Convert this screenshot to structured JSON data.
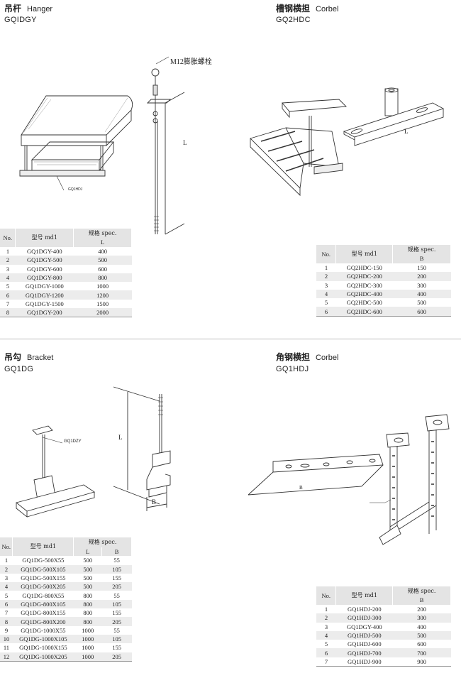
{
  "sections": {
    "hanger": {
      "title_cn": "吊杆",
      "title_en": "Hanger",
      "code": "GQIDGY",
      "label_bolt": "M12膨胀螺栓",
      "label_part": "GQ1HDJ",
      "label_dim": "L",
      "headers": {
        "no": "No.",
        "model": "型号 md1",
        "spec_cn": "规格 spec.",
        "spec_sub": "L"
      },
      "rows": [
        [
          "1",
          "GQ1DGY-400",
          "400"
        ],
        [
          "2",
          "GQ1DGY-500",
          "500"
        ],
        [
          "3",
          "GQ1DGY-600",
          "600"
        ],
        [
          "4",
          "GQ1DGY-800",
          "800"
        ],
        [
          "5",
          "GQ1DGY-1000",
          "1000"
        ],
        [
          "6",
          "GQ1DGY-1200",
          "1200"
        ],
        [
          "7",
          "GQ1DGY-1500",
          "1500"
        ],
        [
          "8",
          "GQ1DGY-200",
          "2000"
        ]
      ]
    },
    "corbel1": {
      "title_cn": "槽钢横担",
      "title_en": "Corbel",
      "code": "GQ2HDC",
      "label_dim": "L",
      "headers": {
        "no": "No.",
        "model": "型号 md1",
        "spec_cn": "规格 spec.",
        "spec_sub": "B"
      },
      "rows": [
        [
          "1",
          "GQ2HDC-150",
          "150"
        ],
        [
          "2",
          "GQ2HDC-200",
          "200"
        ],
        [
          "3",
          "GQ2HDC-300",
          "300"
        ],
        [
          "4",
          "GQ2HDC-400",
          "400"
        ],
        [
          "5",
          "GQ2HDC-500",
          "500"
        ],
        [
          "6",
          "GQ2HDC-600",
          "600"
        ]
      ]
    },
    "bracket": {
      "title_cn": "吊勾",
      "title_en": "Bracket",
      "code": "GQ1DG",
      "label_part": "GQ1DZY",
      "label_dim_l": "L",
      "label_dim_b": "B",
      "headers": {
        "no": "No.",
        "model": "型号 md1",
        "spec_cn": "规格 spec.",
        "spec_l": "L",
        "spec_b": "B"
      },
      "rows": [
        [
          "1",
          "GQ1DG-500X55",
          "500",
          "55"
        ],
        [
          "2",
          "GQ1DG-500X105",
          "500",
          "105"
        ],
        [
          "3",
          "GQ1DG-500X155",
          "500",
          "155"
        ],
        [
          "4",
          "GQ1DG-500X205",
          "500",
          "205"
        ],
        [
          "5",
          "GQ1DG-800X55",
          "800",
          "55"
        ],
        [
          "6",
          "GQ1DG-800X105",
          "800",
          "105"
        ],
        [
          "7",
          "GQ1DG-800X155",
          "800",
          "155"
        ],
        [
          "8",
          "GQ1DG-800X200",
          "800",
          "205"
        ],
        [
          "9",
          "GQ1DG-1000X55",
          "1000",
          "55"
        ],
        [
          "10",
          "GQ1DG-1000X105",
          "1000",
          "105"
        ],
        [
          "11",
          "GQ1DG-1000X155",
          "1000",
          "155"
        ],
        [
          "12",
          "GQ1DG-1000X205",
          "1000",
          "205"
        ]
      ]
    },
    "corbel2": {
      "title_cn": "角钢横担",
      "title_en": "Corbel",
      "code": "GQ1HDJ",
      "label_dim": "B",
      "headers": {
        "no": "No.",
        "model": "型号 md1",
        "spec_cn": "规格 spec.",
        "spec_sub": "B"
      },
      "rows": [
        [
          "1",
          "GQ1HDJ-200",
          "200"
        ],
        [
          "2",
          "GQ1HDJ-300",
          "300"
        ],
        [
          "3",
          "GQ1DGY-400",
          "400"
        ],
        [
          "4",
          "GQ1HDJ-500",
          "500"
        ],
        [
          "5",
          "GQ1HDJ-600",
          "600"
        ],
        [
          "6",
          "GQ1HDJ-700",
          "700"
        ],
        [
          "7",
          "GQ1HDJ-900",
          "900"
        ]
      ]
    }
  }
}
